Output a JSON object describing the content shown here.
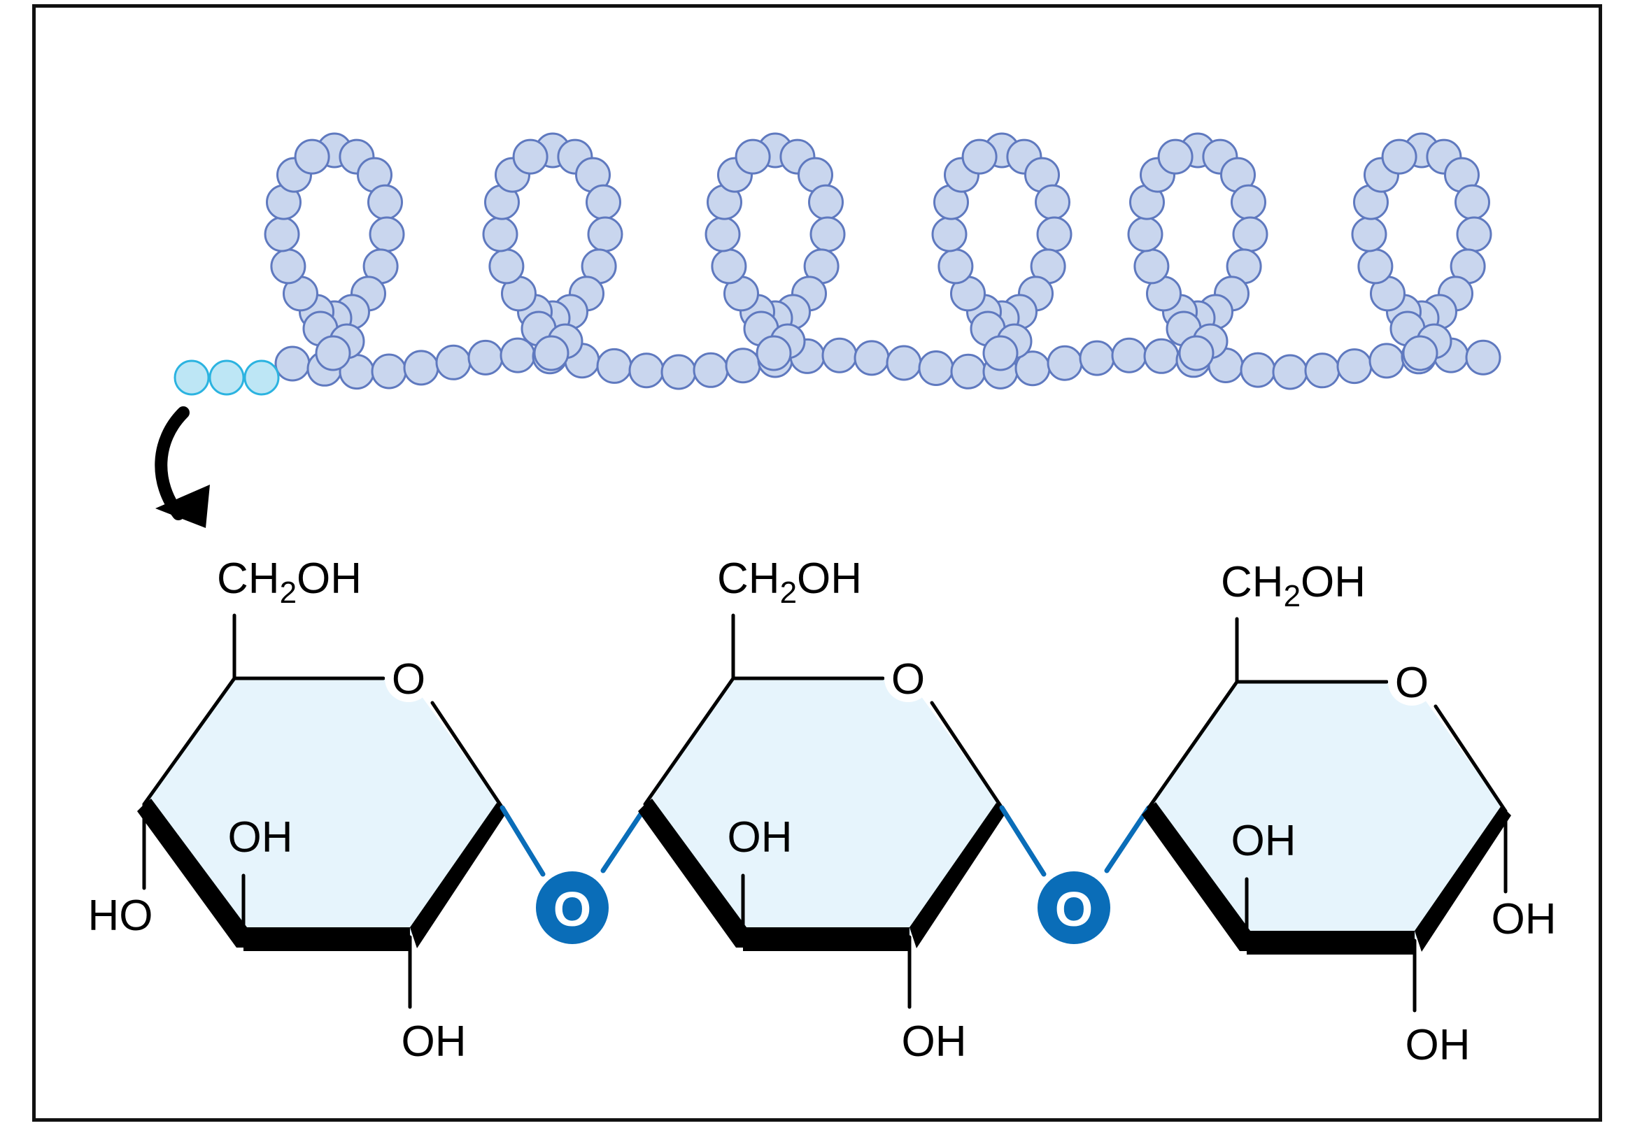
{
  "colors": {
    "ring_fill": "#e6f4fc",
    "bead_fill": "#c9d6ee",
    "bead_stroke": "#5f79bf",
    "highlight_bead_fill": "#bde6f5",
    "highlight_bead_stroke": "#2bb3e0",
    "linkage": "#0a6db8",
    "bond": "#000000"
  },
  "polymer": {
    "loop_count": 6,
    "highlighted_units": 3
  },
  "units": [
    {
      "ch2oh": {
        "main": "CH",
        "sub": "2",
        "tail": "OH"
      },
      "ring_oxygen": "O",
      "upper_oh": "OH",
      "lower_oh": "OH",
      "left_group": "HO"
    },
    {
      "ch2oh": {
        "main": "CH",
        "sub": "2",
        "tail": "OH"
      },
      "ring_oxygen": "O",
      "upper_oh": "OH",
      "lower_oh": "OH"
    },
    {
      "ch2oh": {
        "main": "CH",
        "sub": "2",
        "tail": "OH"
      },
      "ring_oxygen": "O",
      "upper_oh": "OH",
      "lower_oh": "OH",
      "right_group": "OH"
    }
  ],
  "linkages": [
    {
      "label": "O"
    },
    {
      "label": "O"
    }
  ]
}
